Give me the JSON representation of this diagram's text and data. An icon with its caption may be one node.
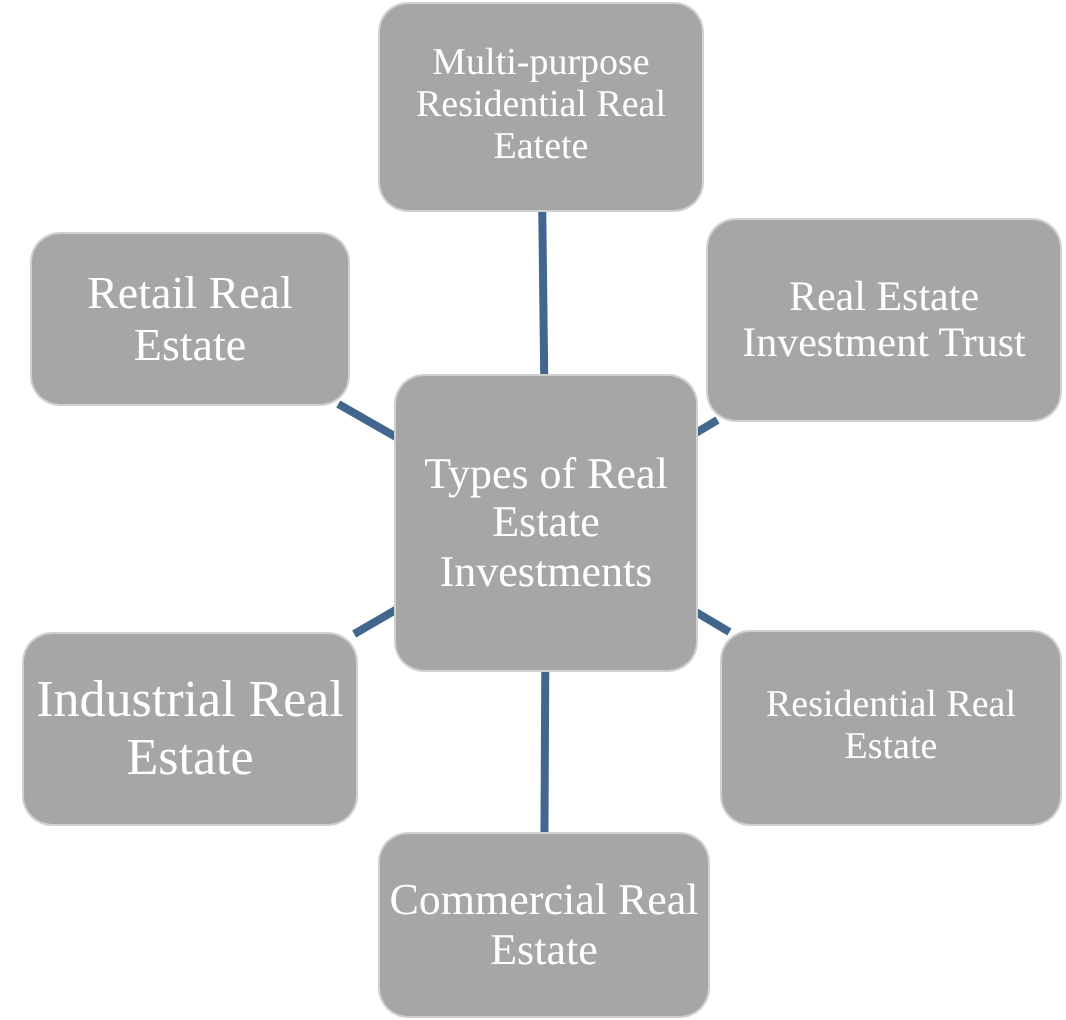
{
  "diagram": {
    "nodes": [
      {
        "text": [
          "Multi-purpose Residential Real Eatete"
        ]
      },
      {
        "text": [
          "Retail Real Estate"
        ]
      },
      {
        "text": [
          "Real Estate Investment Trust"
        ]
      },
      {
        "text": [
          "Types of Real Estate Investments"
        ]
      },
      {
        "text": [
          "Industrial Real Estate"
        ]
      },
      {
        "text": [
          "Residential Real Estate"
        ]
      },
      {
        "text": [
          "Commercial Real Estate"
        ]
      }
    ],
    "edges": [
      {
        "from": 3,
        "to": 0,
        "arrow": "none"
      },
      {
        "from": 3,
        "to": 1,
        "arrow": "none"
      },
      {
        "from": 3,
        "to": 2,
        "arrow": "none"
      },
      {
        "from": 3,
        "to": 4,
        "arrow": "none"
      },
      {
        "from": 3,
        "to": 5,
        "arrow": "none"
      },
      {
        "from": 3,
        "to": 6,
        "arrow": "none"
      }
    ]
  }
}
